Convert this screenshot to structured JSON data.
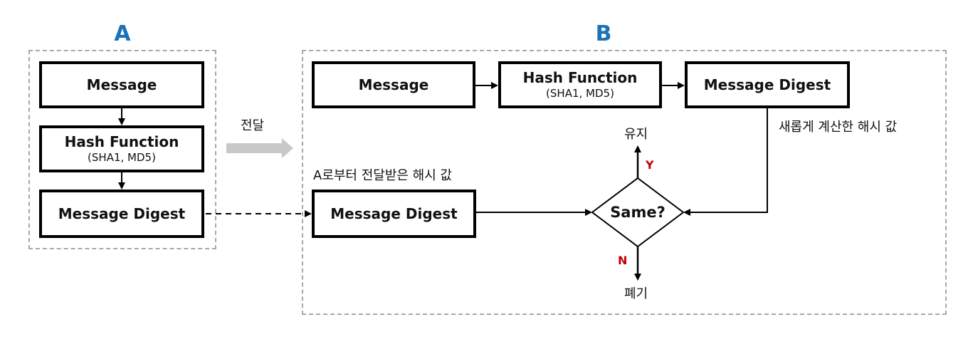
{
  "groups": {
    "a_label": "A",
    "b_label": "B"
  },
  "group_a": {
    "message": "Message",
    "hash_title": "Hash Function",
    "hash_sub": "(SHA1, MD5)",
    "digest": "Message Digest"
  },
  "transfer": {
    "label": "전달"
  },
  "group_b": {
    "message": "Message",
    "hash_title": "Hash Function",
    "hash_sub": "(SHA1, MD5)",
    "digest_new": "Message Digest",
    "digest_received": "Message Digest",
    "received_caption": "A로부터 전달받은 해시 값",
    "new_caption": "새롭게 계산한 해시 값",
    "decision": "Same?",
    "yes_label": "Y",
    "no_label": "N",
    "keep_label": "유지",
    "discard_label": "폐기"
  },
  "colors": {
    "group_title": "#1a72b8",
    "yes_no": "#c00000",
    "dashed_border": "#a8a8a8",
    "transfer_arrow": "#c8c8c8"
  }
}
